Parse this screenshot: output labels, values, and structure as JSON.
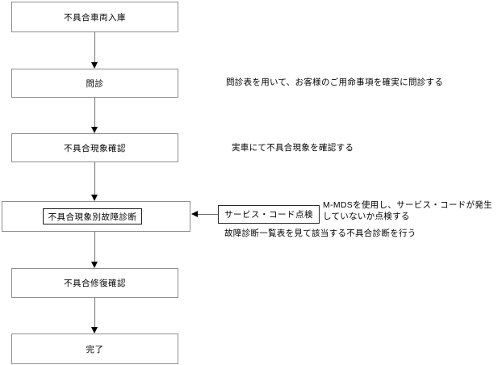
{
  "flow": {
    "nodes": {
      "entry": "不具合車両入庫",
      "interview": "問診",
      "phenomenon_check": "不具合現象確認",
      "diagnosis": "不具合現象別故障診断",
      "repair_check": "不具合修復確認",
      "complete": "完了",
      "service_code_check": "サービス・コード点検"
    },
    "annotations": {
      "interview_note": "問診表を用いて、お客様のご用命事項を確実に問診する",
      "phenomenon_note": "実車にて不具合現象を確認する",
      "service_code_note": "M-MDSを使用し、サービス・コードが発生していないか点検する",
      "diagnosis_note": "故障診断一覧表を見て該当する不具合診断を行う"
    },
    "colors": {
      "box_border": "#8e8e8e",
      "inner_box_border": "#1a1a1a",
      "connector_line": "#6e6e6e",
      "arrowhead": "#000000",
      "text": "#000000",
      "background": "#ffffff"
    }
  }
}
